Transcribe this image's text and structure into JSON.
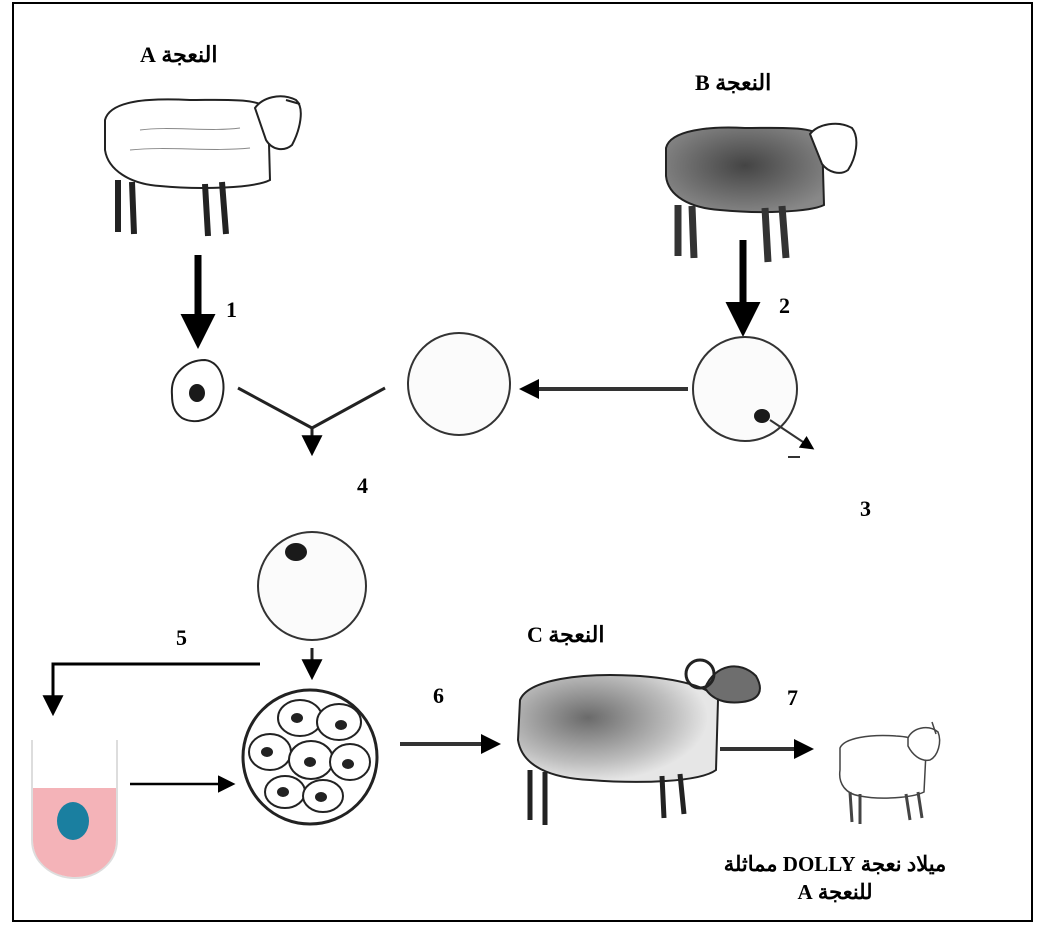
{
  "labels": {
    "sheep_a": "النعجة A",
    "sheep_b": "النعجة B",
    "sheep_c": "النعجة C",
    "caption_line1": "ميلاد نعجة DOLLY مماثلة",
    "caption_line2": "للنعجة A"
  },
  "steps": [
    "1",
    "2",
    "3",
    "4",
    "5",
    "6",
    "7"
  ],
  "colors": {
    "culture_medium": "#f4b3b8",
    "culture_nucleus": "#1a7fa0",
    "nucleus": "#1a1a1a",
    "sheep_dark": "#555555"
  }
}
